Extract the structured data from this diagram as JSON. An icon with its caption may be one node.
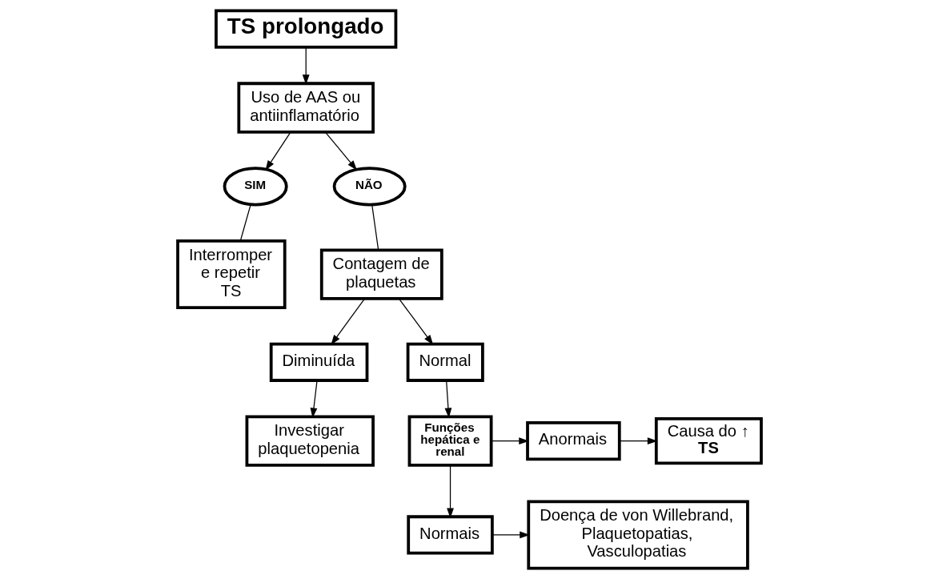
{
  "diagram": {
    "nodes": [
      {
        "text": [
          "TS prolongado"
        ]
      },
      {
        "text": [
          "Uso de AAS ou antiinflamatório"
        ]
      },
      {
        "text": [
          "SIM"
        ]
      },
      {
        "text": [
          "Interromper e repetir TS"
        ]
      },
      {
        "text": [
          "NÃO"
        ]
      },
      {
        "text": [
          "Contagem de plaquetas"
        ]
      },
      {
        "text": [
          "Diminuída"
        ]
      },
      {
        "text": [
          "Investigar plaquetopenia"
        ]
      },
      {
        "text": [
          "Normal"
        ]
      },
      {
        "text": [
          "Funções hepática e renal"
        ]
      },
      {
        "text": [
          "Anormais"
        ]
      },
      {
        "text": [
          "Causa do ↑",
          "TS"
        ]
      },
      {
        "text": [
          "Normais"
        ]
      },
      {
        "text": [
          "Doença de von Willebrand, Plaquetopatias, Vasculopatias"
        ]
      }
    ],
    "edges": [
      {
        "from": 0,
        "to": 1,
        "arrow": "to"
      },
      {
        "from": 1,
        "to": 2,
        "arrow": "to"
      },
      {
        "from": 2,
        "to": 3,
        "arrow": "none"
      },
      {
        "from": 1,
        "to": 4,
        "arrow": "to"
      },
      {
        "from": 4,
        "to": 5,
        "arrow": "none"
      },
      {
        "from": 5,
        "to": 6,
        "arrow": "to"
      },
      {
        "from": 5,
        "to": 8,
        "arrow": "to"
      },
      {
        "from": 6,
        "to": 7,
        "arrow": "to"
      },
      {
        "from": 8,
        "to": 9,
        "arrow": "to"
      },
      {
        "from": 9,
        "to": 10,
        "arrow": "to"
      },
      {
        "from": 10,
        "to": 11,
        "arrow": "to"
      },
      {
        "from": 9,
        "to": 12,
        "arrow": "to"
      },
      {
        "from": 12,
        "to": 13,
        "arrow": "to"
      }
    ]
  }
}
